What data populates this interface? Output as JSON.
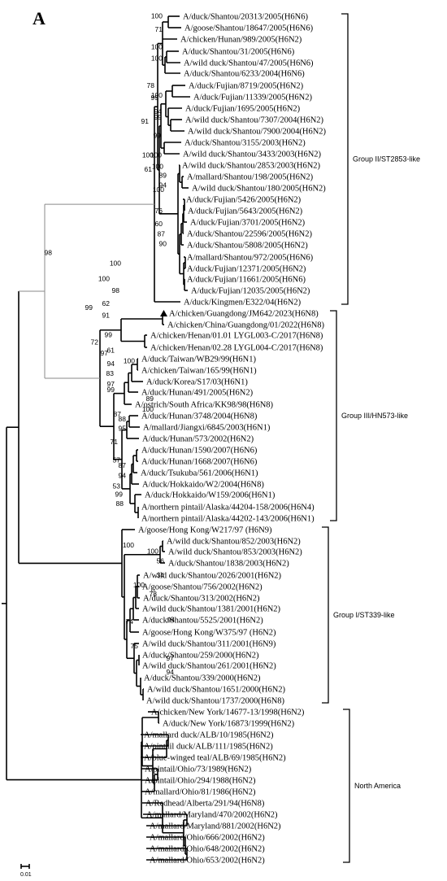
{
  "panel_label": "A",
  "scale_label": "0.01",
  "marker_color": "#000000",
  "leaves": [
    "A/duck/Shantou/20313/2005(H6N6)",
    "A/goose/Shantou/18647/2005(H6N6)",
    "A/chicken/Hunan/989/2005(H6N2)",
    "A/duck/Shantou/31/2005(H6N6)",
    "A/wild duck/Shantou/47/2005(H6N6)",
    "A/duck/Shantou/6233/2004(H6N6)",
    "A/duck/Fujian/8719/2005(H6N2)",
    "A/duck/Fujian/11339/2005(H6N2)",
    "A/duck/Fujian/1695/2005(H6N2)",
    "A/wild duck/Shantou/7307/2004(H6N2)",
    "A/wild duck/Shantou/7900/2004(H6N2)",
    "A/duck/Shantou/3155/2003(H6N2)",
    "A/wild duck/Shantou/3433/2003(H6N2)",
    "A/wild duck/Shantou/2853/2003(H6N2)",
    "A/mallard/Shantou/198/2005(H6N2)",
    "A/wild duck/Shantou/180/2005(H6N2)",
    "A/duck/Fujian/5426/2005(H6N2)",
    "A/duck/Fujian/5643/2005(H6N2)",
    "A/duck/Fujian/3701/2005(H6N2)",
    "A/duck/Shantou/22596/2005(H6N2)",
    "A/duck/Shantou/5808/2005(H6N2)",
    "A/mallard/Shantou/972/2005(H6N6)",
    "A/duck/Fujian/12371/2005(H6N2)",
    "A/duck/Fujian/11661/2005(H6N6)",
    "A/duck/Fujian/12035/2005(H6N2)",
    "A/duck/Kingmen/E322/04(H6N2)",
    "A/chicken/Guangdong/JM642/2023(H6N8)",
    "A/chicken/China/Guangdong/01/2022(H6N8)",
    "A/chicken/Henan/01.01 LYGL003-C/2017(H6N8)",
    "A/chicken/Henan/02.28 LYGL004-C/2017(H6N8)",
    "A/duck/Taiwan/WB29/99(H6N1)",
    "A/chicken/Taiwan/165/99(H6N1)",
    "A/duck/Korea/S17/03(H6N1)",
    "A/duck/Hunan/491/2005(H6N2)",
    "A/ostrich/South Africa/KK98/98(H6N8)",
    "A/duck/Hunan/3748/2004(H6N8)",
    "A/mallard/Jiangxi/6845/2003(H6N1)",
    "A/duck/Hunan/573/2002(H6N2)",
    "A/duck/Hunan/1590/2007(H6N6)",
    "A/duck/Hunan/1668/2007(H6N6)",
    "A/duck/Tsukuba/561/2006(H6N1)",
    "A/duck/Hokkaido/W2/2004(H6N8)",
    "A/duck/Hokkaido/W159/2006(H6N1)",
    "A/northern pintail/Alaska/44204-158/2006(H6N4)",
    "A/northern pintail/Alaska/44202-143/2006(H6N1)",
    "A/goose/Hong Kong/W217/97 (H6N9)",
    "A/wild duck/Shantou/852/2003(H6N2)",
    "A/wild duck/Shantou/853/2003(H6N2)",
    "A/duck/Shantou/1838/2003(H6N2)",
    "A/wild duck/Shantou/2026/2001(H6N2)",
    "A/goose/Shantou/756/2002(H6N2)",
    "A/duck/Shantou/313/2002(H6N2)",
    "A/wild duck/Shantou/1381/2001(H6N2)",
    "A/duck/Shantou/5525/2001(H6N2)",
    "A/goose/Hong Kong/W375/97 (H6N2)",
    "A/wild duck/Shantou/311/2001(H6N9)",
    "A/duck/Shantou/259/2000(H6N2)",
    "A/wild duck/Shantou/261/2001(H6N2)",
    "A/duck/Shantou/339/2000(H6N2)",
    "A/wild duck/Shantou/1651/2000(H6N2)",
    "A/wild duck/Shantou/1737/2000(H6N8)",
    "A/chicken/New York/14677-13/1998(H6N2)",
    "A/duck/New York/16873/1999(H6N2)",
    "A/mallard duck/ALB/10/1985(H6N2)",
    "A/pintail duck/ALB/111/1985(H6N2)",
    "A/blue-winged teal/ALB/69/1985(H6N2)",
    "A/pintail/Ohio/73/1989(H6N2)",
    "A/pintail/Ohio/294/1988(H6N2)",
    "A/mallard/Ohio/81/1986(H6N2)",
    "A/Redhead/Alberta/291/94(H6N8)",
    "A/mallard/Maryland/470/2002(H6N2)",
    "A/mallard/Maryland/881/2002(H6N2)",
    "A/mallard/Ohio/666/2002(H6N2)",
    "A/mallard/Ohio/648/2002(H6N2)",
    "A/mallard/Ohio/653/2002(H6N2)"
  ],
  "bootstrap": [
    "100",
    "71",
    "100",
    "100",
    "78",
    "100",
    "99",
    "94",
    "99",
    "91",
    "99",
    "100",
    "61",
    "100",
    "100",
    "89",
    "94",
    "100",
    "76",
    "60",
    "87",
    "90",
    "98",
    "100",
    "100",
    "99",
    "98",
    "62",
    "91",
    "99",
    "72",
    "61",
    "97",
    "94",
    "83",
    "97",
    "99",
    "100",
    "89",
    "100",
    "87",
    "88",
    "95",
    "71",
    "57",
    "87",
    "94",
    "53",
    "99",
    "88",
    "100",
    "100",
    "56",
    "34",
    "100",
    "78",
    "74",
    "75",
    "94",
    "97",
    "94"
  ],
  "groups": [
    {
      "label": "Group II/ST2853-like"
    },
    {
      "label": "Group III/HN573-like"
    },
    {
      "label": "Group I/ST339-like"
    },
    {
      "label": "North America"
    }
  ]
}
